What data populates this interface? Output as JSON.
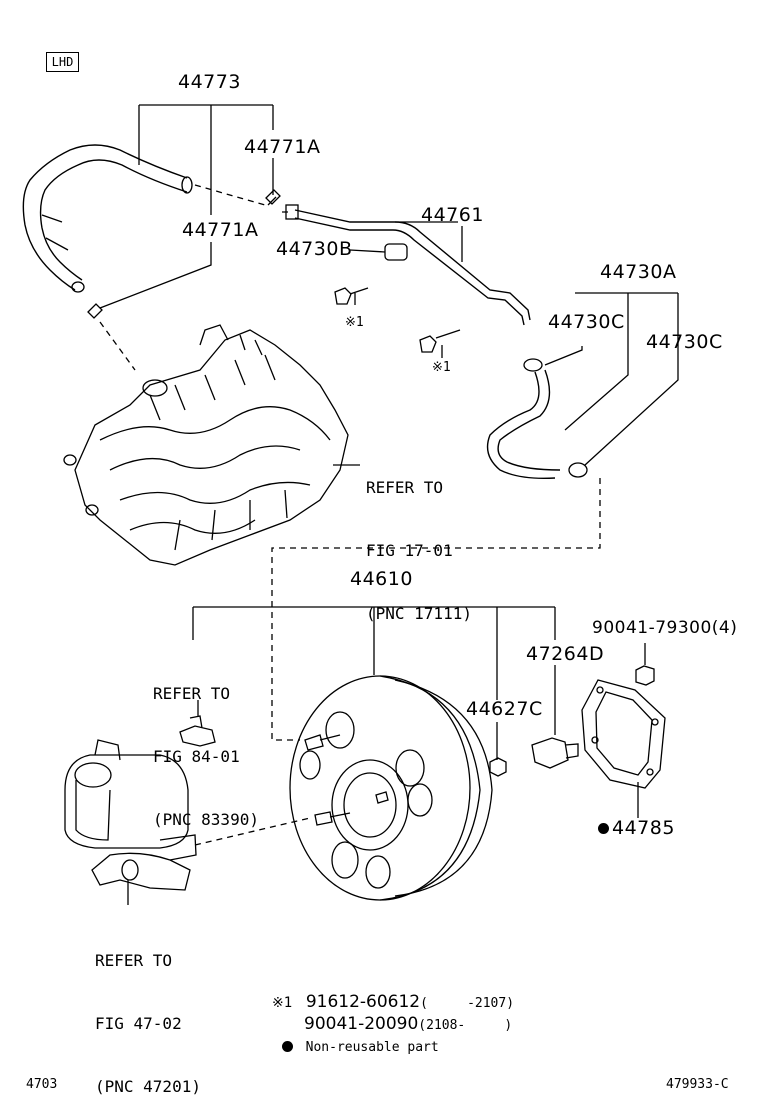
{
  "badge": "LHD",
  "parts": {
    "p44773": "44773",
    "p44771a_top": "44771A",
    "p44771a_left": "44771A",
    "p44761": "44761",
    "p44730b": "44730B",
    "p44730a": "44730A",
    "p44730c_left": "44730C",
    "p44730c_right": "44730C",
    "p44610": "44610",
    "p90041_79300": "90041-79300(4)",
    "p47264d": "47264D",
    "p44627c": "44627C",
    "p44785": "44785",
    "mark1_a": "※1",
    "mark1_b": "※1"
  },
  "references": {
    "intake": [
      "REFER TO",
      "FIG 17-01",
      "(PNC 17111)"
    ],
    "sensor": [
      "REFER TO",
      "FIG 84-01",
      "(PNC 83390)"
    ],
    "master": [
      "REFER TO",
      "FIG 47-02",
      "(PNC 47201)"
    ]
  },
  "footnote": {
    "mark": "※1",
    "line1_part": "91612-60612",
    "line1_range": "(     -2107)",
    "line2_part": "90041-20090",
    "line2_range": "(2108-     )",
    "legend": "Non-reusable part"
  },
  "footer": {
    "left_code": "4703",
    "right_code": "479933-C"
  }
}
